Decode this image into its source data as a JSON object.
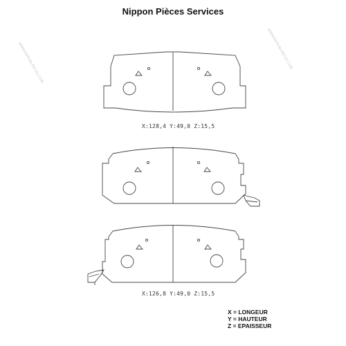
{
  "title": "Nippon Pièces Services",
  "pads": [
    {
      "dimensions": "X:128,4  Y:49,0  Z:15,5"
    },
    {
      "dimensions": "X:126,8  Y:49,0  Z:15,5"
    }
  ],
  "legend": [
    "X = LONGEUR",
    "Y = HAUTEUR",
    "Z = EPAISSEUR"
  ],
  "watermark": "WWW.NIPPON-PIECES.COM",
  "colors": {
    "line": "#444444",
    "text": "#111111",
    "watermark": "#c9c9c9"
  }
}
